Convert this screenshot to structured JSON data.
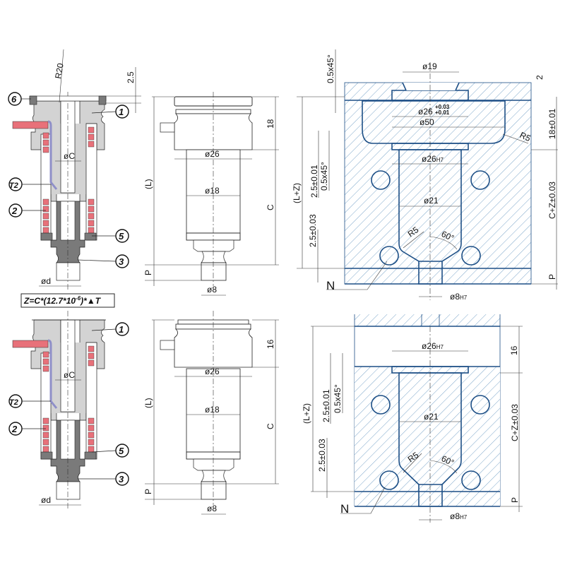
{
  "callouts": {
    "c6": "6",
    "c1": "1",
    "cT2": "T2",
    "c2": "2",
    "c5": "5",
    "c3": "3"
  },
  "formula": {
    "prefix": "Z=C*(12.7*10",
    "exp": "-6",
    "suffix": ")*▲T"
  },
  "section_view": {
    "r20": "R20",
    "d25": "2.5",
    "dia_c": "øC",
    "dia_d": "ød"
  },
  "upper": {
    "side": {
      "h_top": "18",
      "dia26": "ø26",
      "dia18": "ø18",
      "L": "(L)",
      "C": "C",
      "P": "P",
      "dia8": "ø8"
    },
    "cavity": {
      "chamfer_top": "0.5x45°",
      "dia19": "ø19",
      "two": "2",
      "dia26": "ø26",
      "tol_plus": "+0.03",
      "tol_minus": "+0.01",
      "dia50": "ø50",
      "r5_top": "R5",
      "h18": "18±0.01",
      "dia26h7": "ø26",
      "h7a": "H7",
      "t25_001": "2.5±0.01",
      "chamfer": "0.5x45°",
      "LZ": "(L+Z)",
      "dia21": "ø21",
      "CZ": "C+Z±0.03",
      "t25_003": "2.5±0.03",
      "r5": "R5",
      "angle": "60°",
      "P": "P",
      "dia8": "ø8",
      "h7b": "H7",
      "N": "N"
    }
  },
  "lower": {
    "side": {
      "h_top": "16",
      "dia26": "ø26",
      "dia18": "ø18",
      "L": "(L)",
      "C": "C",
      "P": "P",
      "dia8": "ø8"
    },
    "cavity": {
      "dia26h7": "ø26",
      "h7a": "H7",
      "h16": "16",
      "t25_001": "2.5±0.01",
      "chamfer": "0.5x45°",
      "LZ": "(L+Z)",
      "dia21": "ø21",
      "CZ": "C+Z±0.03",
      "t25_003": "2.5±0.03",
      "r5": "R5",
      "angle": "60°",
      "P": "P",
      "dia8": "ø8",
      "h7b": "H7",
      "N": "N"
    }
  },
  "colors": {
    "heater": "#e8717a",
    "body": "#d3d3d3",
    "nozzle": "#7a7a7a",
    "mold": "#1d4f86",
    "thermo": "#8f8fc8"
  }
}
